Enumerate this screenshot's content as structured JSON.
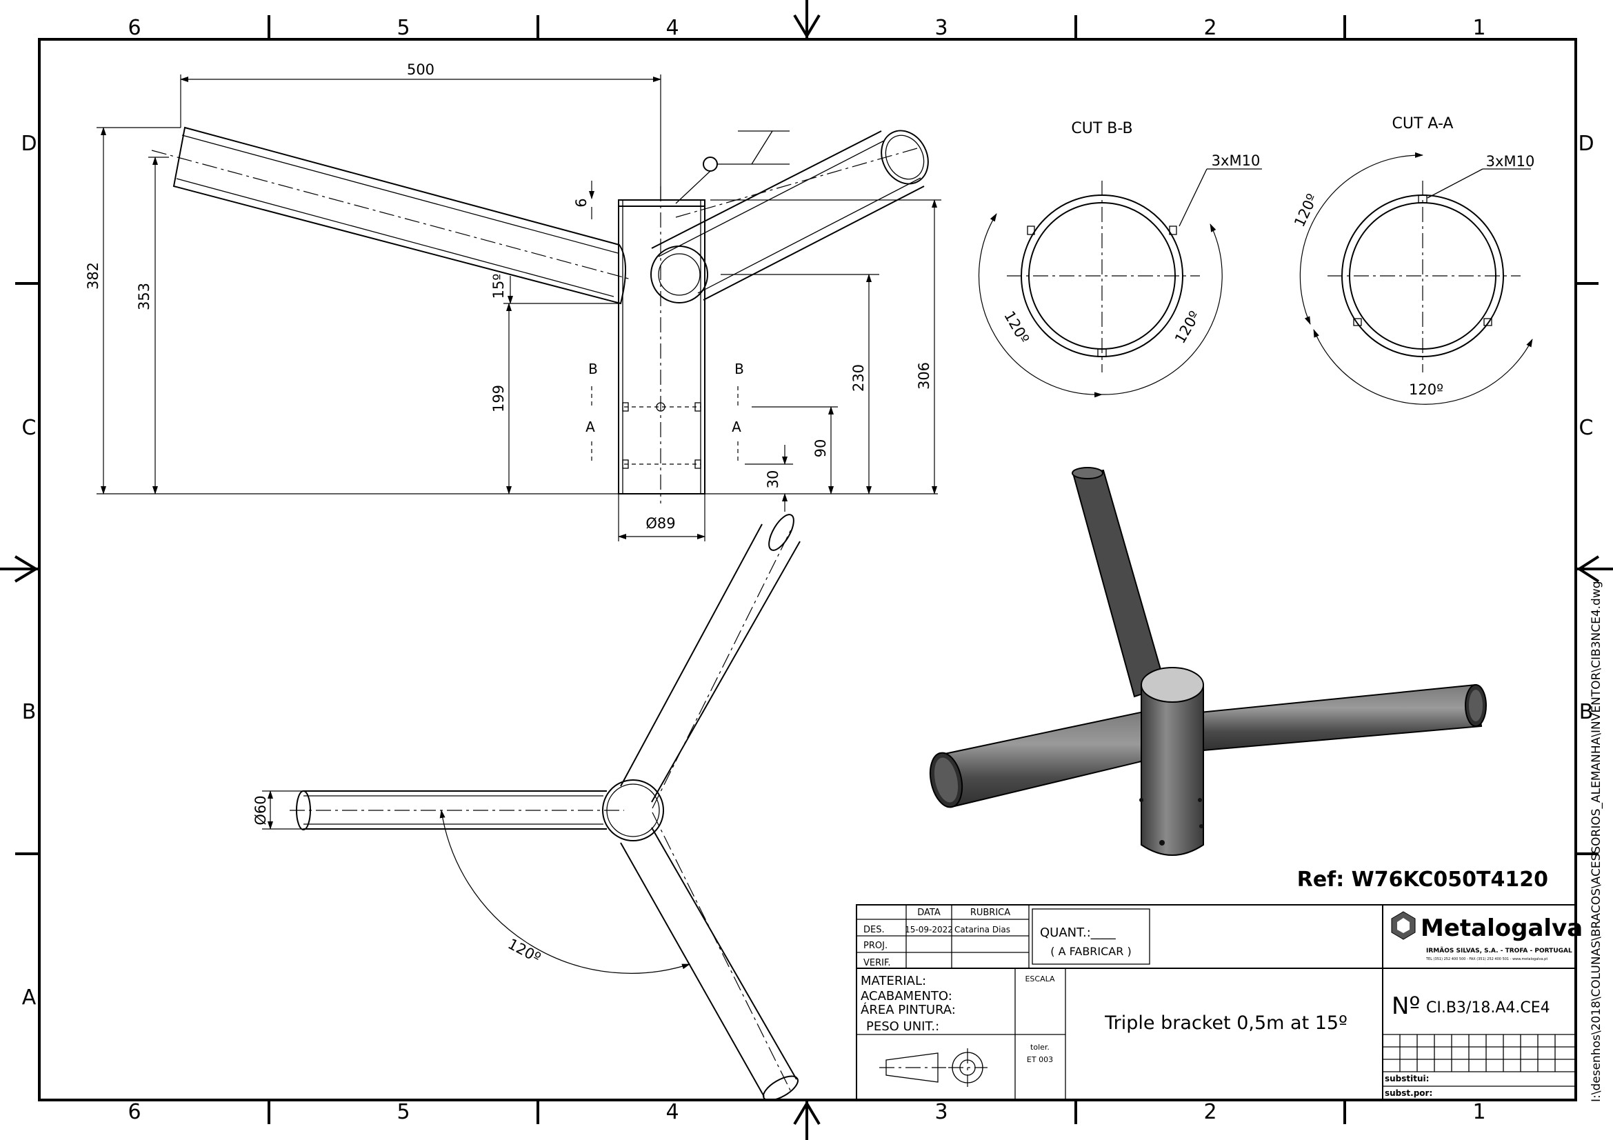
{
  "border": {
    "columns": [
      "6",
      "5",
      "4",
      "3",
      "2",
      "1"
    ],
    "rows": [
      "D",
      "C",
      "B",
      "A"
    ]
  },
  "front_view": {
    "dimensions": {
      "width_arm": "500",
      "h382": "382",
      "h353": "353",
      "h199": "199",
      "h230": "230",
      "h306": "306",
      "h90": "90",
      "h30": "30",
      "top6": "6",
      "angle15": "15º",
      "diameter89": "Ø89"
    },
    "section_marks": {
      "b": "B",
      "a": "A"
    }
  },
  "cut_bb": {
    "title": "CUT B-B",
    "thread": "3xM10",
    "angle_left": "120º",
    "angle_right": "120º"
  },
  "cut_aa": {
    "title": "CUT A-A",
    "thread": "3xM10",
    "angle_top": "120º",
    "angle_bottom": "120º"
  },
  "top_view": {
    "diameter60": "Ø60",
    "angle": "120º"
  },
  "reference": "Ref: W76KC050T4120",
  "title_block": {
    "col_data": "DATA",
    "col_rubrica": "RUBRICA",
    "row_des": "DES.",
    "row_proj": "PROJ.",
    "row_verif": "VERIF.",
    "des_date": "15-09-2022",
    "des_name": "Catarina Dias",
    "quant": "QUANT.:____",
    "a_fabricar": "( A FABRICAR )",
    "material": "MATERIAL:",
    "acabamento": "ACABAMENTO:",
    "area_pintura": "ÁREA PINTURA:",
    "peso": "PESO UNIT.:",
    "escala": "ESCALA",
    "toler": "toler.",
    "et": "ET 003",
    "title": "Triple bracket 0,5m at 15º",
    "number_prefix": "Nº",
    "number": "CI.B3/18.A4.CE4",
    "substitui": "substitui:",
    "subst_por": "subst.por:",
    "company": "Metalogalva",
    "company_sub": "IRMÃOS SILVAS, S.A. - TROFA - PORTUGAL",
    "company_contact": "TEL (351) 252 400 500 - FAX (351) 252 400 501 - www.metalogalva.pt"
  },
  "file_path": "I:\\desenhos\\2018\\COLUNAS\\BRACOS\\ACESSORIOS_ALEMANHA\\INVENTOR\\CIB3NCE4.dwg",
  "colors": {
    "line": "#000000",
    "render_dark": "#555555",
    "render_light": "#c8c8c8"
  }
}
